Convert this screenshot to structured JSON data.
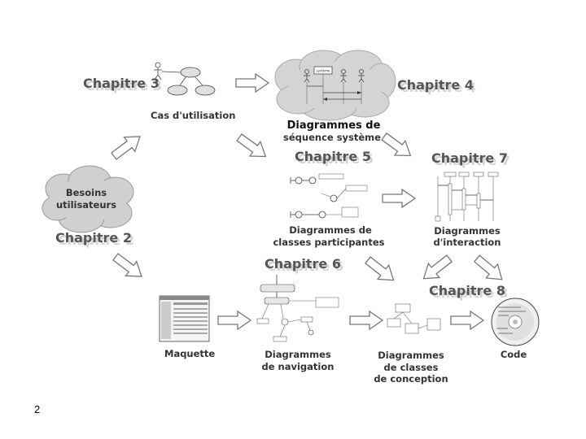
{
  "chapters": {
    "ch2": "Chapitre 2",
    "ch3": "Chapitre 3",
    "ch4": "Chapitre 4",
    "ch5": "Chapitre 5",
    "ch6": "Chapitre 6",
    "ch7": "Chapitre 7",
    "ch8": "Chapitre 8"
  },
  "nodes": {
    "besoins": [
      "Besoins",
      "utilisateurs"
    ],
    "cas_utilisation": "Cas d'utilisation",
    "sequence_systeme": [
      "Diagrammes de",
      "séquence système"
    ],
    "classes_participantes": [
      "Diagrammes de",
      "classes participantes"
    ],
    "interaction": [
      "Diagrammes",
      "d'interaction"
    ],
    "maquette": "Maquette",
    "navigation": [
      "Diagrammes",
      "de navigation"
    ],
    "conception": [
      "Diagrammes",
      "de classes",
      "de conception"
    ],
    "code": "Code"
  },
  "sequence_thumbnail_label": "système",
  "page_number": "2"
}
